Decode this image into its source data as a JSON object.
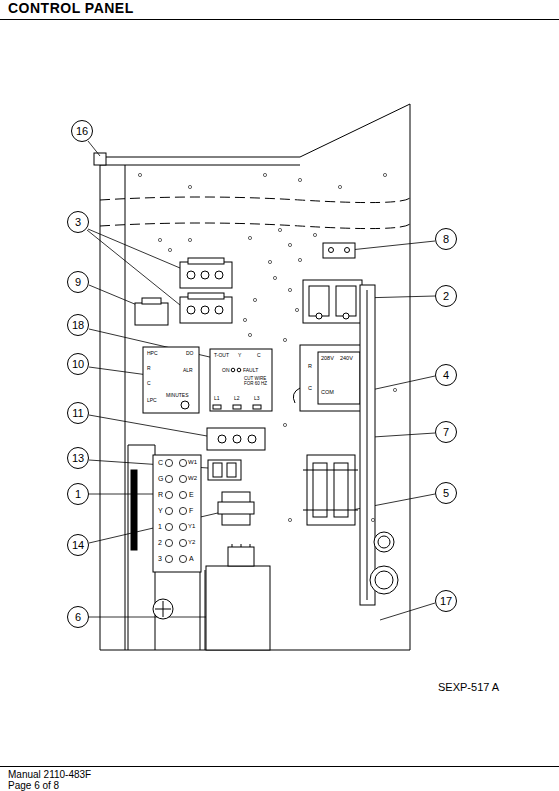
{
  "diagram": {
    "title": "CONTROL PANEL",
    "nodes": [
      {
        "text": [
          "16"
        ]
      },
      {
        "text": [
          "3"
        ]
      },
      {
        "text": [
          "9"
        ]
      },
      {
        "text": [
          "18"
        ]
      },
      {
        "text": [
          "10"
        ]
      },
      {
        "text": [
          "11"
        ]
      },
      {
        "text": [
          "13"
        ]
      },
      {
        "text": [
          "1"
        ]
      },
      {
        "text": [
          "14"
        ]
      },
      {
        "text": [
          "6"
        ]
      },
      {
        "text": [
          "8"
        ]
      },
      {
        "text": [
          "2"
        ]
      },
      {
        "text": [
          "4"
        ]
      },
      {
        "text": [
          "7"
        ]
      },
      {
        "text": [
          "5"
        ]
      },
      {
        "text": [
          "17"
        ]
      }
    ],
    "labels": [
      "SEXP-517 A",
      "Manual 2110-483F",
      "Page 6 of 8",
      "C",
      "G",
      "R",
      "Y",
      "1",
      "2",
      "3",
      "W1",
      "W2",
      "E",
      "F",
      "Y1",
      "Y2",
      "A",
      "HPC",
      "DO",
      "ALR",
      "R",
      "C",
      "LPC",
      "MINUTES",
      "T-OUT",
      "Y",
      "C",
      "ON",
      "FAULT",
      "CUT WIRE FOR 60 HZ",
      "L1",
      "L2",
      "L3",
      "R",
      "C",
      "COM",
      "208V",
      "240V"
    ]
  }
}
